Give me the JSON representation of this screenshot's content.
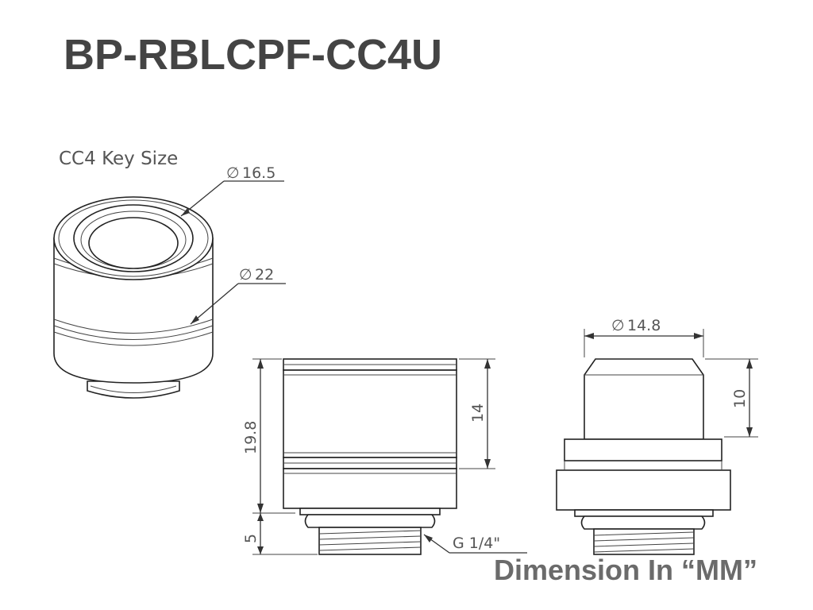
{
  "title": "BP-RBLCPF-CC4U",
  "footer": "Dimension In “MM”",
  "iso_view": {
    "key_label": "CC4 Key Size",
    "inner_diameter": "16.5",
    "outer_diameter": "22"
  },
  "front_view": {
    "total_height": "19.8",
    "ring_height": "14",
    "thread_height": "5",
    "thread_label": "G 1/4\""
  },
  "side_view": {
    "plug_diameter": "14.8",
    "plug_height": "10"
  },
  "symbols": {
    "diameter": "∅"
  }
}
